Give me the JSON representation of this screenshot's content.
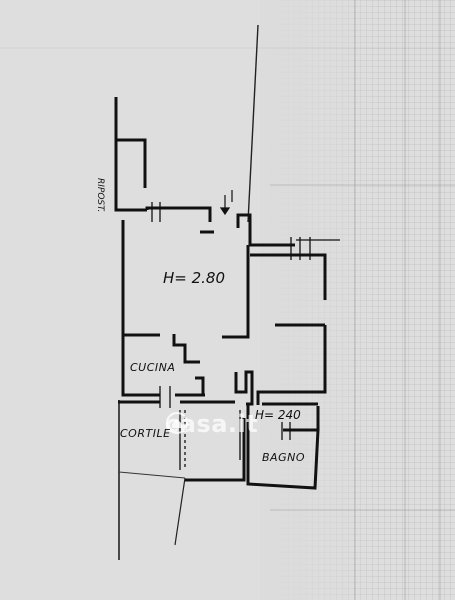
{
  "plan": {
    "labels": {
      "main_room_height": "H= 2.80",
      "kitchen": "CUCINA",
      "courtyard": "CORTILE",
      "bath_height": "H= 240",
      "bathroom": "BAGNO",
      "storage": "RIPOST."
    },
    "watermark": {
      "text": "casa.it",
      "logo_icon": "house-logo-icon"
    }
  }
}
